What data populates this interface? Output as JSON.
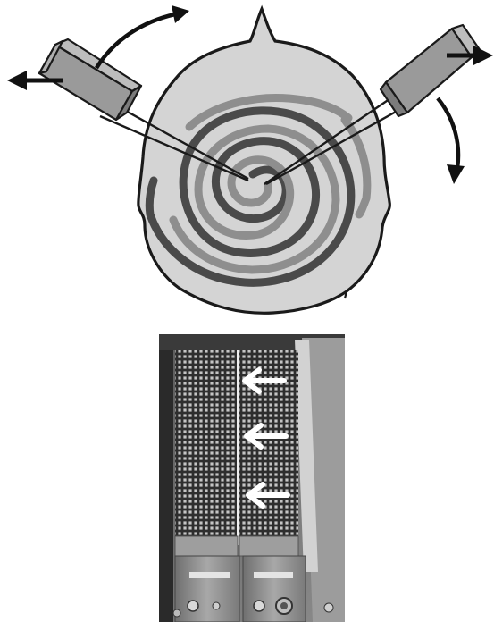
{
  "figure": {
    "panels": [
      {
        "id": "spiral-head-diagram",
        "head_fill": "#d4d4d4",
        "head_stroke": "#1a1a1a",
        "spiral_dark": "#4a4a4a",
        "spiral_light": "#8e8e8e",
        "emitter_fill": "#9a9a9a",
        "arrow_color": "#111111",
        "icons": [
          "left-emitter-icon",
          "right-emitter-icon",
          "straight-arrow-icon",
          "curved-arrow-icon"
        ]
      },
      {
        "id": "emitter-array-photo",
        "panel_color": "#8a8a8a",
        "grid_color": "#2b2b2b",
        "arrow_color": "#ffffff",
        "arrow_count": 3
      }
    ]
  }
}
